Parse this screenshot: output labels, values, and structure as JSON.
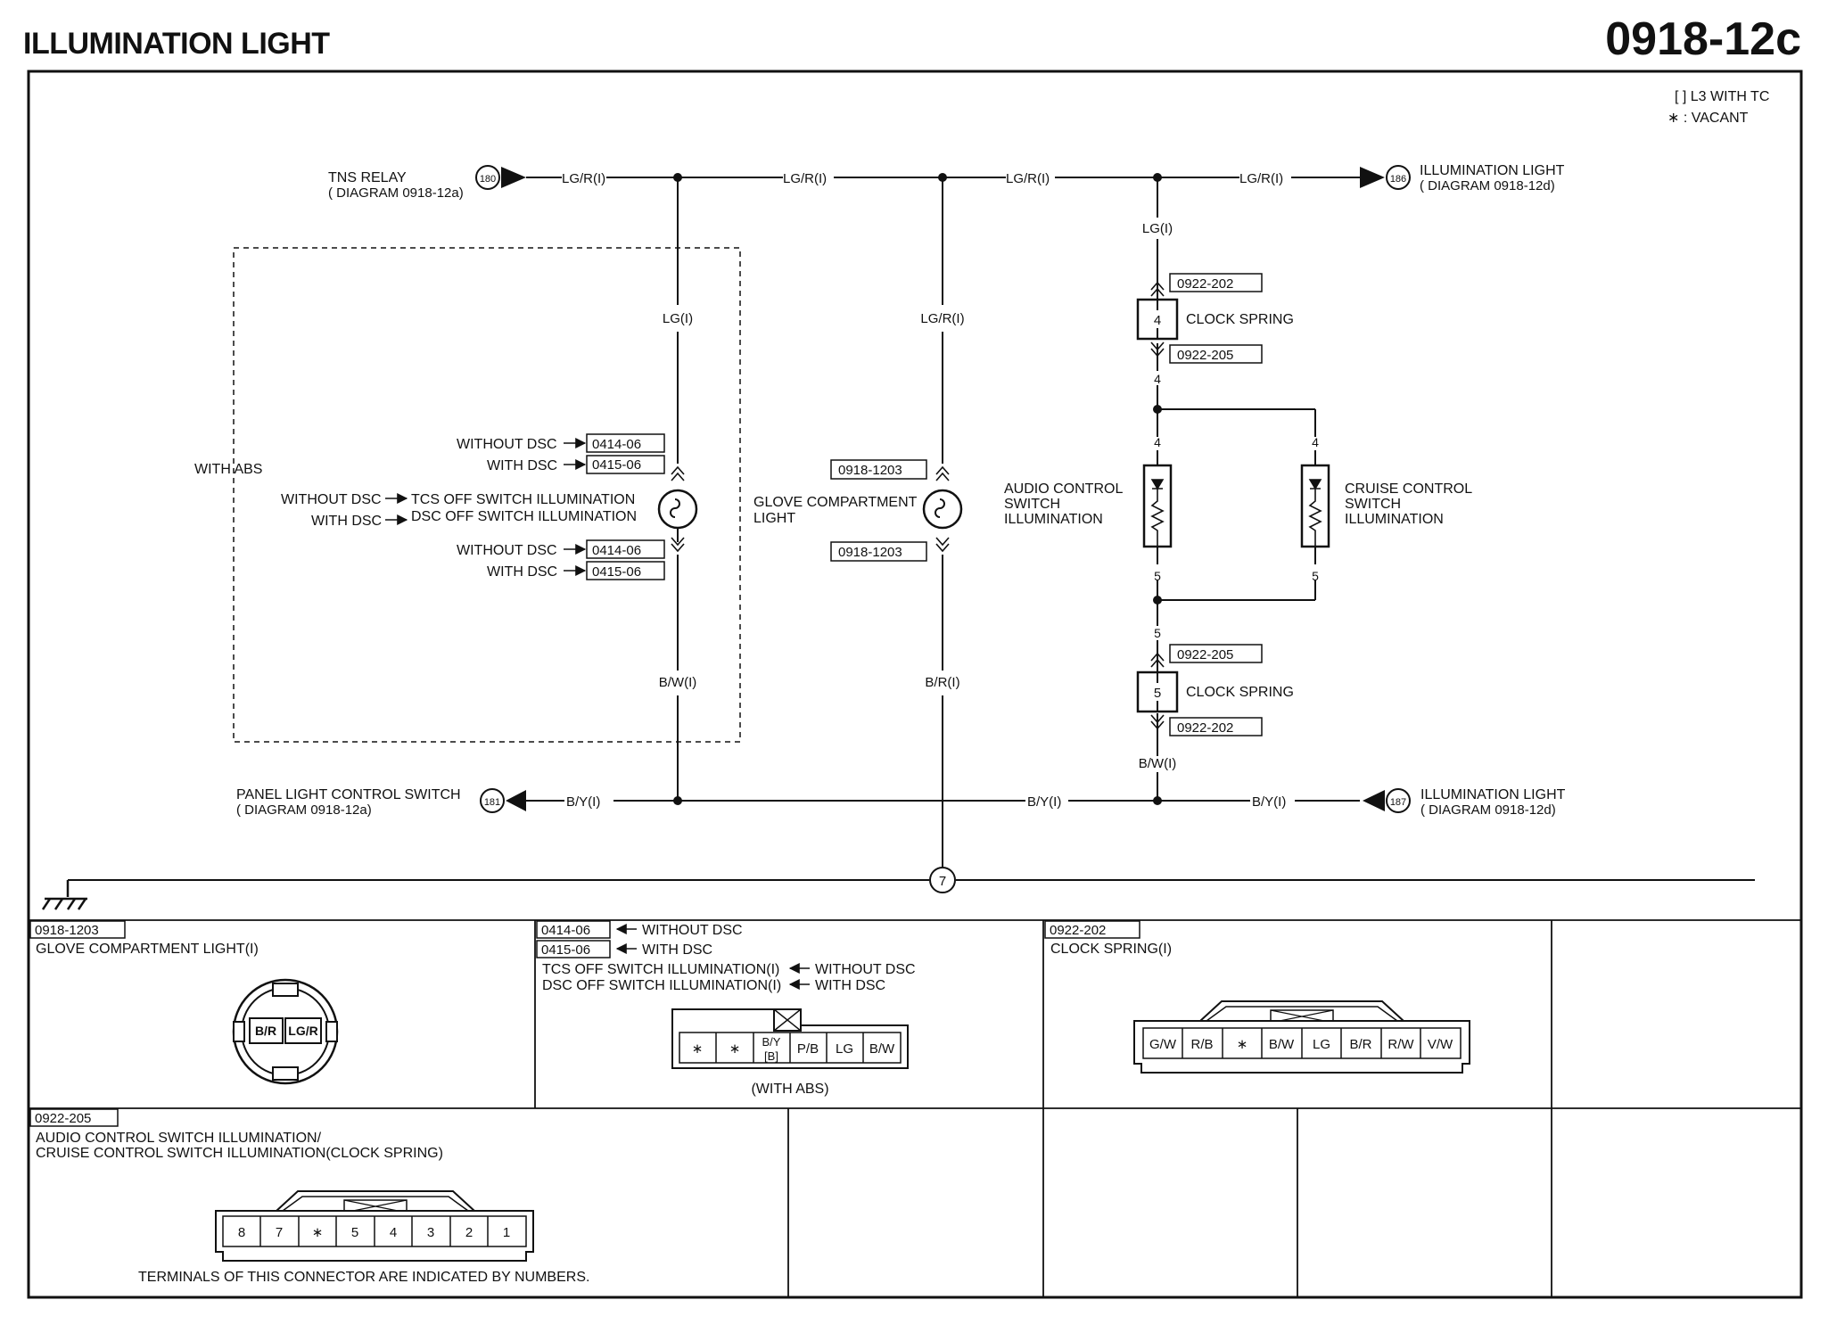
{
  "header": {
    "title": "ILLUMINATION LIGHT",
    "code": "0918-12c"
  },
  "legend": {
    "line1": "[ ] L3 WITH TC",
    "line2": "∗ : VACANT"
  },
  "wires": {
    "lgr": "LG/R(I)",
    "lg": "LG(I)",
    "bw": "B/W(I)",
    "br": "B/R(I)",
    "by": "B/Y(I)"
  },
  "refs": {
    "tns": "TNS RELAY",
    "tns_diag": "( DIAGRAM 0918-12a)",
    "n180": "180",
    "ill_top": "ILLUMINATION LIGHT",
    "ill_top_diag": "( DIAGRAM 0918-12d)",
    "n186": "186",
    "panel": "PANEL LIGHT CONTROL SWITCH",
    "panel_diag": "( DIAGRAM 0918-12a)",
    "n181": "181",
    "ill_bot": "ILLUMINATION LIGHT",
    "ill_bot_diag": "( DIAGRAM 0918-12d)",
    "n187": "187",
    "ground": "7"
  },
  "abs": {
    "with_abs": "WITH ABS",
    "without_dsc": "WITHOUT DSC",
    "with_dsc": "WITH DSC",
    "c1": "0414-06",
    "c2": "0415-06",
    "tcs": "TCS OFF SWITCH ILLUMINATION",
    "dsc": "DSC OFF SWITCH ILLUMINATION"
  },
  "glove": {
    "label1": "GLOVE COMPARTMENT",
    "label2": "LIGHT",
    "conn": "0918-1203"
  },
  "clock": {
    "c_top": "0922-202",
    "c_mid": "0922-205",
    "label": "CLOCK SPRING",
    "pin4": "4",
    "pin5": "5",
    "audio1": "AUDIO CONTROL",
    "audio2": "SWITCH",
    "audio3": "ILLUMINATION",
    "cruise1": "CRUISE CONTROL",
    "cruise2": "SWITCH",
    "cruise3": "ILLUMINATION"
  },
  "panels": {
    "p1_code": "0918-1203",
    "p1_title": "GLOVE COMPARTMENT LIGHT(I)",
    "p1_pins": [
      "B/R",
      "LG/R"
    ],
    "p2_code1": "0414-06",
    "p2_code1_note": "WITHOUT DSC",
    "p2_code2": "0415-06",
    "p2_code2_note": "WITH DSC",
    "p2_title1": "TCS OFF SWITCH ILLUMINATION(I)",
    "p2_title1_note": "WITHOUT DSC",
    "p2_title2": "DSC OFF SWITCH ILLUMINATION(I)",
    "p2_title2_note": "WITH DSC",
    "p2_pins": [
      "∗",
      "∗",
      "B/Y",
      "P/B",
      "LG",
      "B/W"
    ],
    "p2_pin3_alt": "[B]",
    "p2_foot": "(WITH ABS)",
    "p3_code": "0922-202",
    "p3_title": "CLOCK SPRING(I)",
    "p3_pins": [
      "G/W",
      "R/B",
      "∗",
      "B/W",
      "LG",
      "B/R",
      "R/W",
      "V/W"
    ],
    "p4_code": "0922-205",
    "p4_title1": "AUDIO CONTROL SWITCH ILLUMINATION/",
    "p4_title2": "CRUISE CONTROL SWITCH ILLUMINATION(CLOCK SPRING)",
    "p4_pins": [
      "8",
      "7",
      "∗",
      "5",
      "4",
      "3",
      "2",
      "1"
    ],
    "p4_foot": "TERMINALS OF THIS CONNECTOR ARE INDICATED BY NUMBERS."
  }
}
